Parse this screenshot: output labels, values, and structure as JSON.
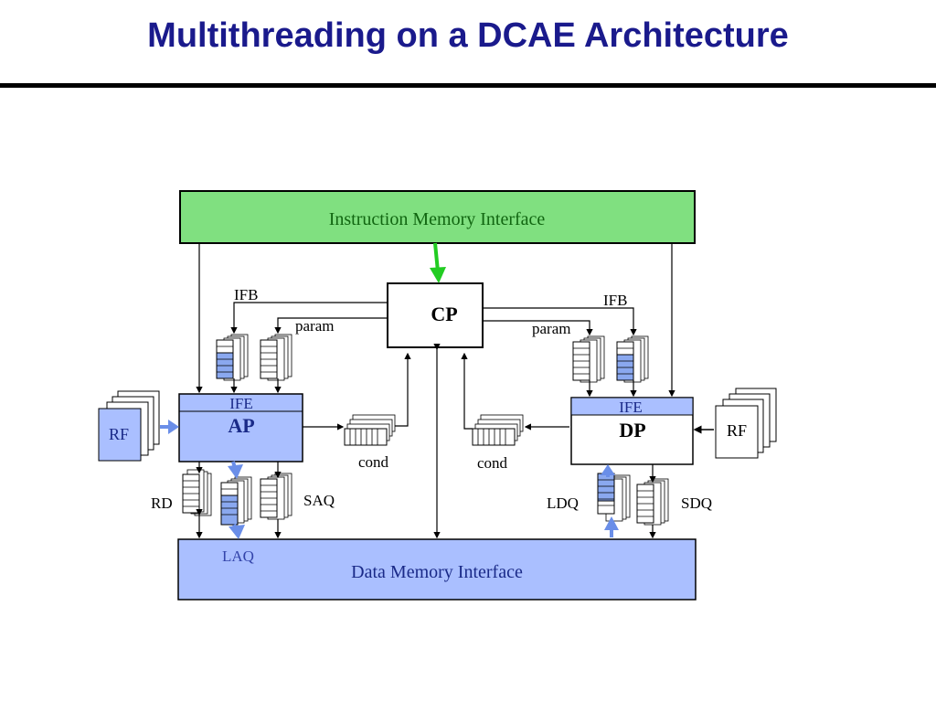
{
  "title": "Multithreading on a DCAE Architecture",
  "labels": {
    "imem": "Instruction Memory Interface",
    "cp": "CP",
    "ifb_left": "IFB",
    "ifb_right": "IFB",
    "param_left": "param",
    "param_right": "param",
    "ife_left": "IFE",
    "ife_right": "IFE",
    "ap": "AP",
    "dp": "DP",
    "rf_left": "RF",
    "rf_right": "RF",
    "cond_left": "cond",
    "cond_right": "cond",
    "rd": "RD",
    "saq": "SAQ",
    "laq": "LAQ",
    "ldq": "LDQ",
    "sdq": "SDQ",
    "dmem": "Data Memory Interface"
  },
  "colors": {
    "title": "#1a1a8c",
    "imem_fill": "#80e080",
    "unit_fill": "#aabfff",
    "queue_highlight": "#8aa8ef",
    "arrow_blue": "#6a8ee8",
    "arrow_green": "#22cc22",
    "laq_text": "#3344aa"
  }
}
